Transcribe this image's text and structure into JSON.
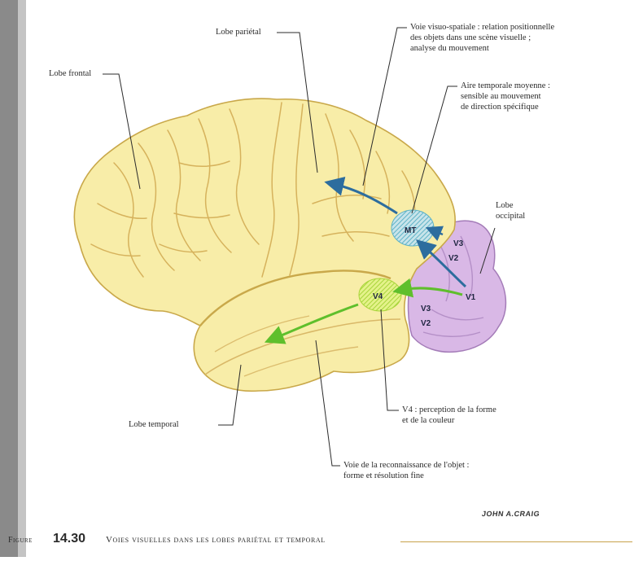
{
  "labels": {
    "frontal": "Lobe frontal",
    "parietal": "Lobe pariétal",
    "temporal": "Lobe temporal",
    "occipital_lines": [
      "Lobe",
      "occipital"
    ],
    "visuo_spatial_lines": [
      "Voie visuo-spatiale : relation positionnelle",
      "des objets dans une scène visuelle ;",
      "analyse du mouvement"
    ],
    "mt_area_lines": [
      "Aire temporale moyenne :",
      "sensible au mouvement",
      "de direction spécifique"
    ],
    "v4_lines": [
      "V4 : perception de la forme",
      "et de la couleur"
    ],
    "object_pathway_lines": [
      "Voie de la reconnaissance de l'objet :",
      "forme et résolution fine"
    ]
  },
  "areas": {
    "mt": "MT",
    "v1": "V1",
    "v2_upper": "V2",
    "v3_upper": "V3",
    "v4": "V4",
    "v3_lower": "V3",
    "v2_lower": "V2"
  },
  "signature": "JOHN A.CRAIG",
  "caption": {
    "prefix": "Figure",
    "number": "14.30",
    "title": "Voies visuelles dans les lobes pariétal et temporal"
  },
  "colors": {
    "brain": "#f8eda8",
    "brain_shadow": "#e5c56e",
    "occipital": "#d9b8e6",
    "dorsal_arrow": "#2d6d9e",
    "ventral_arrow": "#5fbf2c",
    "mt_hatch": "#5fb3c7",
    "v4_hatch": "#a8d53a"
  }
}
